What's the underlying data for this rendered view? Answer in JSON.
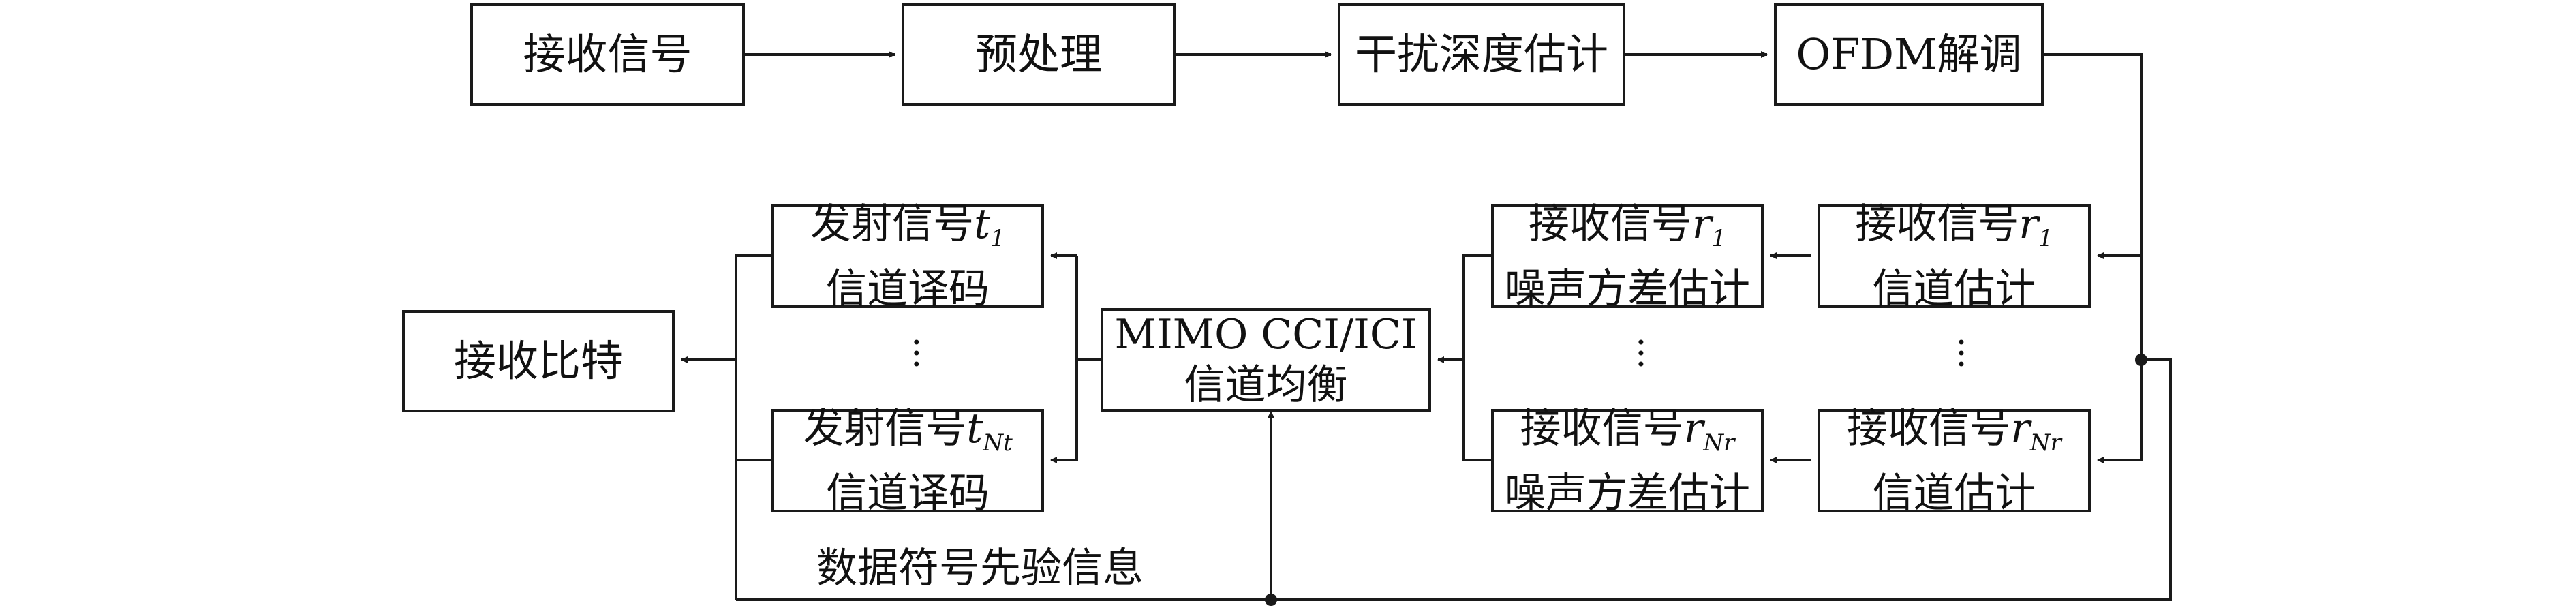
{
  "blocks": {
    "receive_signal": "接收信号",
    "preprocess": "预处理",
    "interference_depth": "干扰深度估计",
    "ofdm_demod": "OFDM解调",
    "tx_decode_1": {
      "l1": "发射信号",
      "sym": "t",
      "sub": "1",
      "l2": "信道译码"
    },
    "tx_decode_n": {
      "l1": "发射信号",
      "sym": "t",
      "sub": "Nt",
      "l2": "信道译码"
    },
    "mimo_eq": {
      "l1": "MIMO CCI/ICI",
      "l2": "信道均衡"
    },
    "noise_var_1": {
      "l1": "接收信号",
      "sym": "r",
      "sub": "1",
      "l2": "噪声方差估计"
    },
    "noise_var_n": {
      "l1": "接收信号",
      "sym": "r",
      "sub": "Nr",
      "l2": "噪声方差估计"
    },
    "chan_est_1": {
      "l1": "接收信号",
      "sym": "r",
      "sub": "1",
      "l2": "信道估计"
    },
    "chan_est_n": {
      "l1": "接收信号",
      "sym": "r",
      "sub": "Nr",
      "l2": "信道估计"
    },
    "received_bits": "接收比特"
  },
  "labels": {
    "prior_info": "数据符号先验信息"
  },
  "colors": {
    "stroke": "#1a1a1a",
    "text": "#111111",
    "background": "#ffffff"
  }
}
